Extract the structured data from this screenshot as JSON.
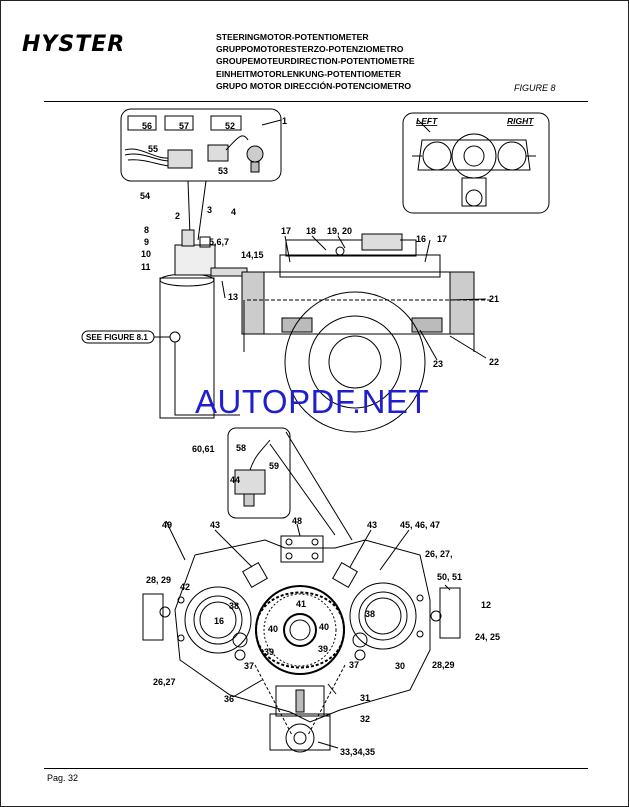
{
  "header": {
    "logo": "HYSTER",
    "titles": [
      "STEERINGMOTOR-POTENTIOMETER",
      "GRUPPOMOTORESTERZO-POTENZIOMETRO",
      "GROUPEMOTEURDIRECTION-POTENTIOMETRE",
      "EINHEITMOTORLENKUNG-POTENTIOMETER",
      "GRUPO MOTOR DIRECCIÓN-POTENCIOMETRO"
    ],
    "figure": "FIGURE 8"
  },
  "diagram": {
    "inset_left": "LEFT",
    "inset_right": "RIGHT",
    "see_figure": "SEE FIGURE 8.1",
    "callouts": [
      "56",
      "57",
      "52",
      "1",
      "55",
      "53",
      "54",
      "2",
      "3",
      "4",
      "8",
      "9",
      "10",
      "11",
      "5,6,7",
      "14,15",
      "13",
      "17",
      "18",
      "19, 20",
      "16",
      "17",
      "21",
      "22",
      "23",
      "58",
      "60,61",
      "59",
      "44",
      "48",
      "49",
      "43",
      "43",
      "45, 46, 47",
      "26, 27,",
      "50, 51",
      "12",
      "24, 25",
      "28, 29",
      "28,29",
      "42",
      "38",
      "16",
      "41",
      "40",
      "40",
      "38",
      "39",
      "39",
      "30",
      "26,27",
      "37",
      "37",
      "36",
      "31",
      "32",
      "33,34,35"
    ]
  },
  "watermark": "AUTOPDF.NET",
  "footer": {
    "page": "Pag. 32"
  }
}
